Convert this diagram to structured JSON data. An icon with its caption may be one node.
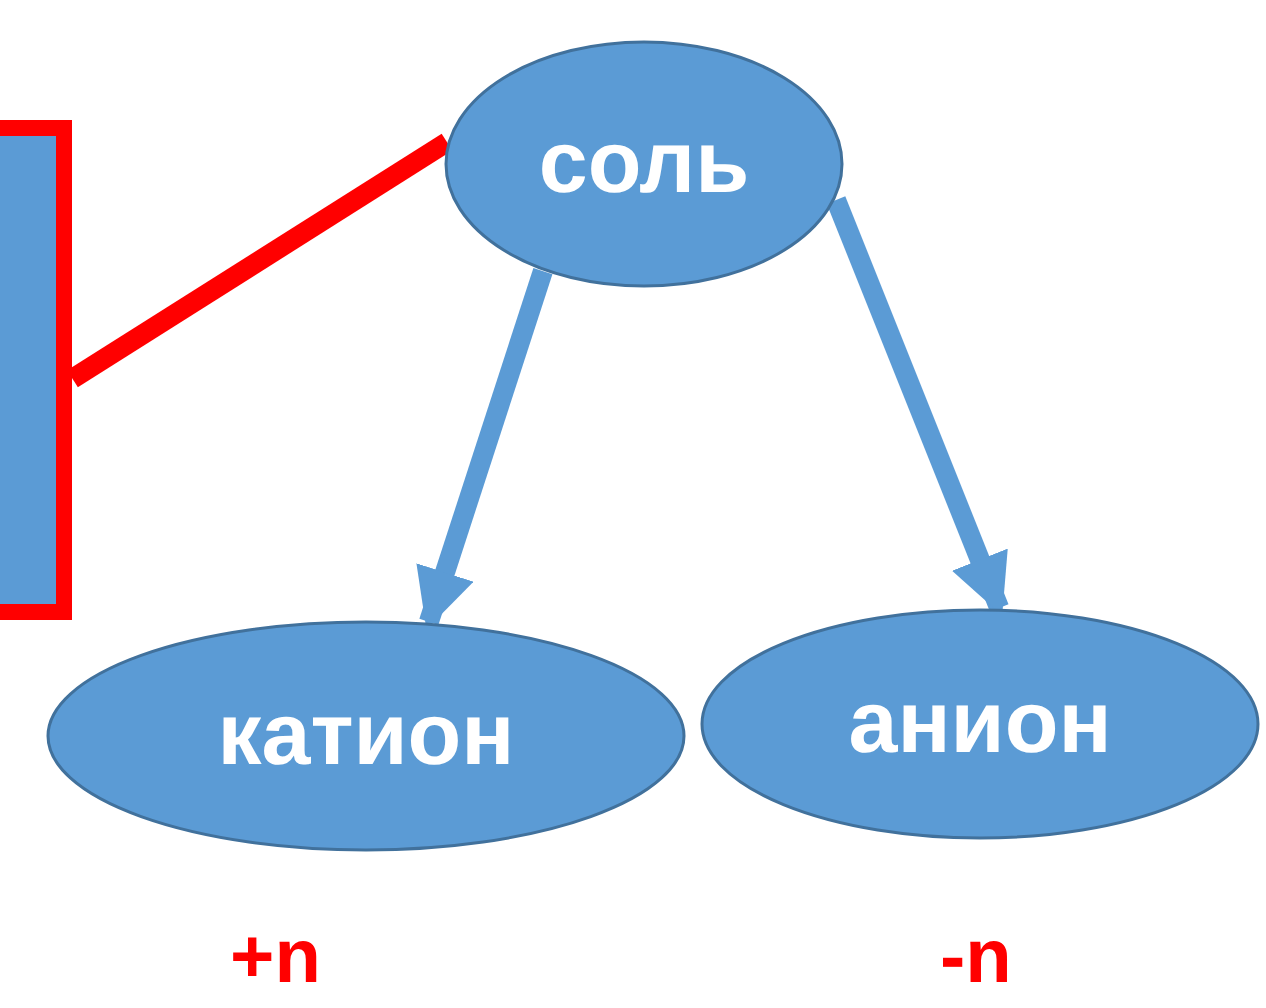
{
  "diagram": {
    "nodes": [
      {
        "text": [],
        "shape": "box"
      },
      {
        "text": [
          "соль"
        ]
      },
      {
        "text": [
          "катион"
        ]
      },
      {
        "text": [
          "анион"
        ]
      }
    ],
    "edges": [
      {
        "from": 0,
        "to": 1,
        "arrow": "none",
        "color": "#ff0000"
      },
      {
        "from": 1,
        "to": 2,
        "arrow": "to"
      },
      {
        "from": 1,
        "to": 3,
        "arrow": "to"
      }
    ],
    "labels": [
      "+n",
      "-n"
    ]
  }
}
